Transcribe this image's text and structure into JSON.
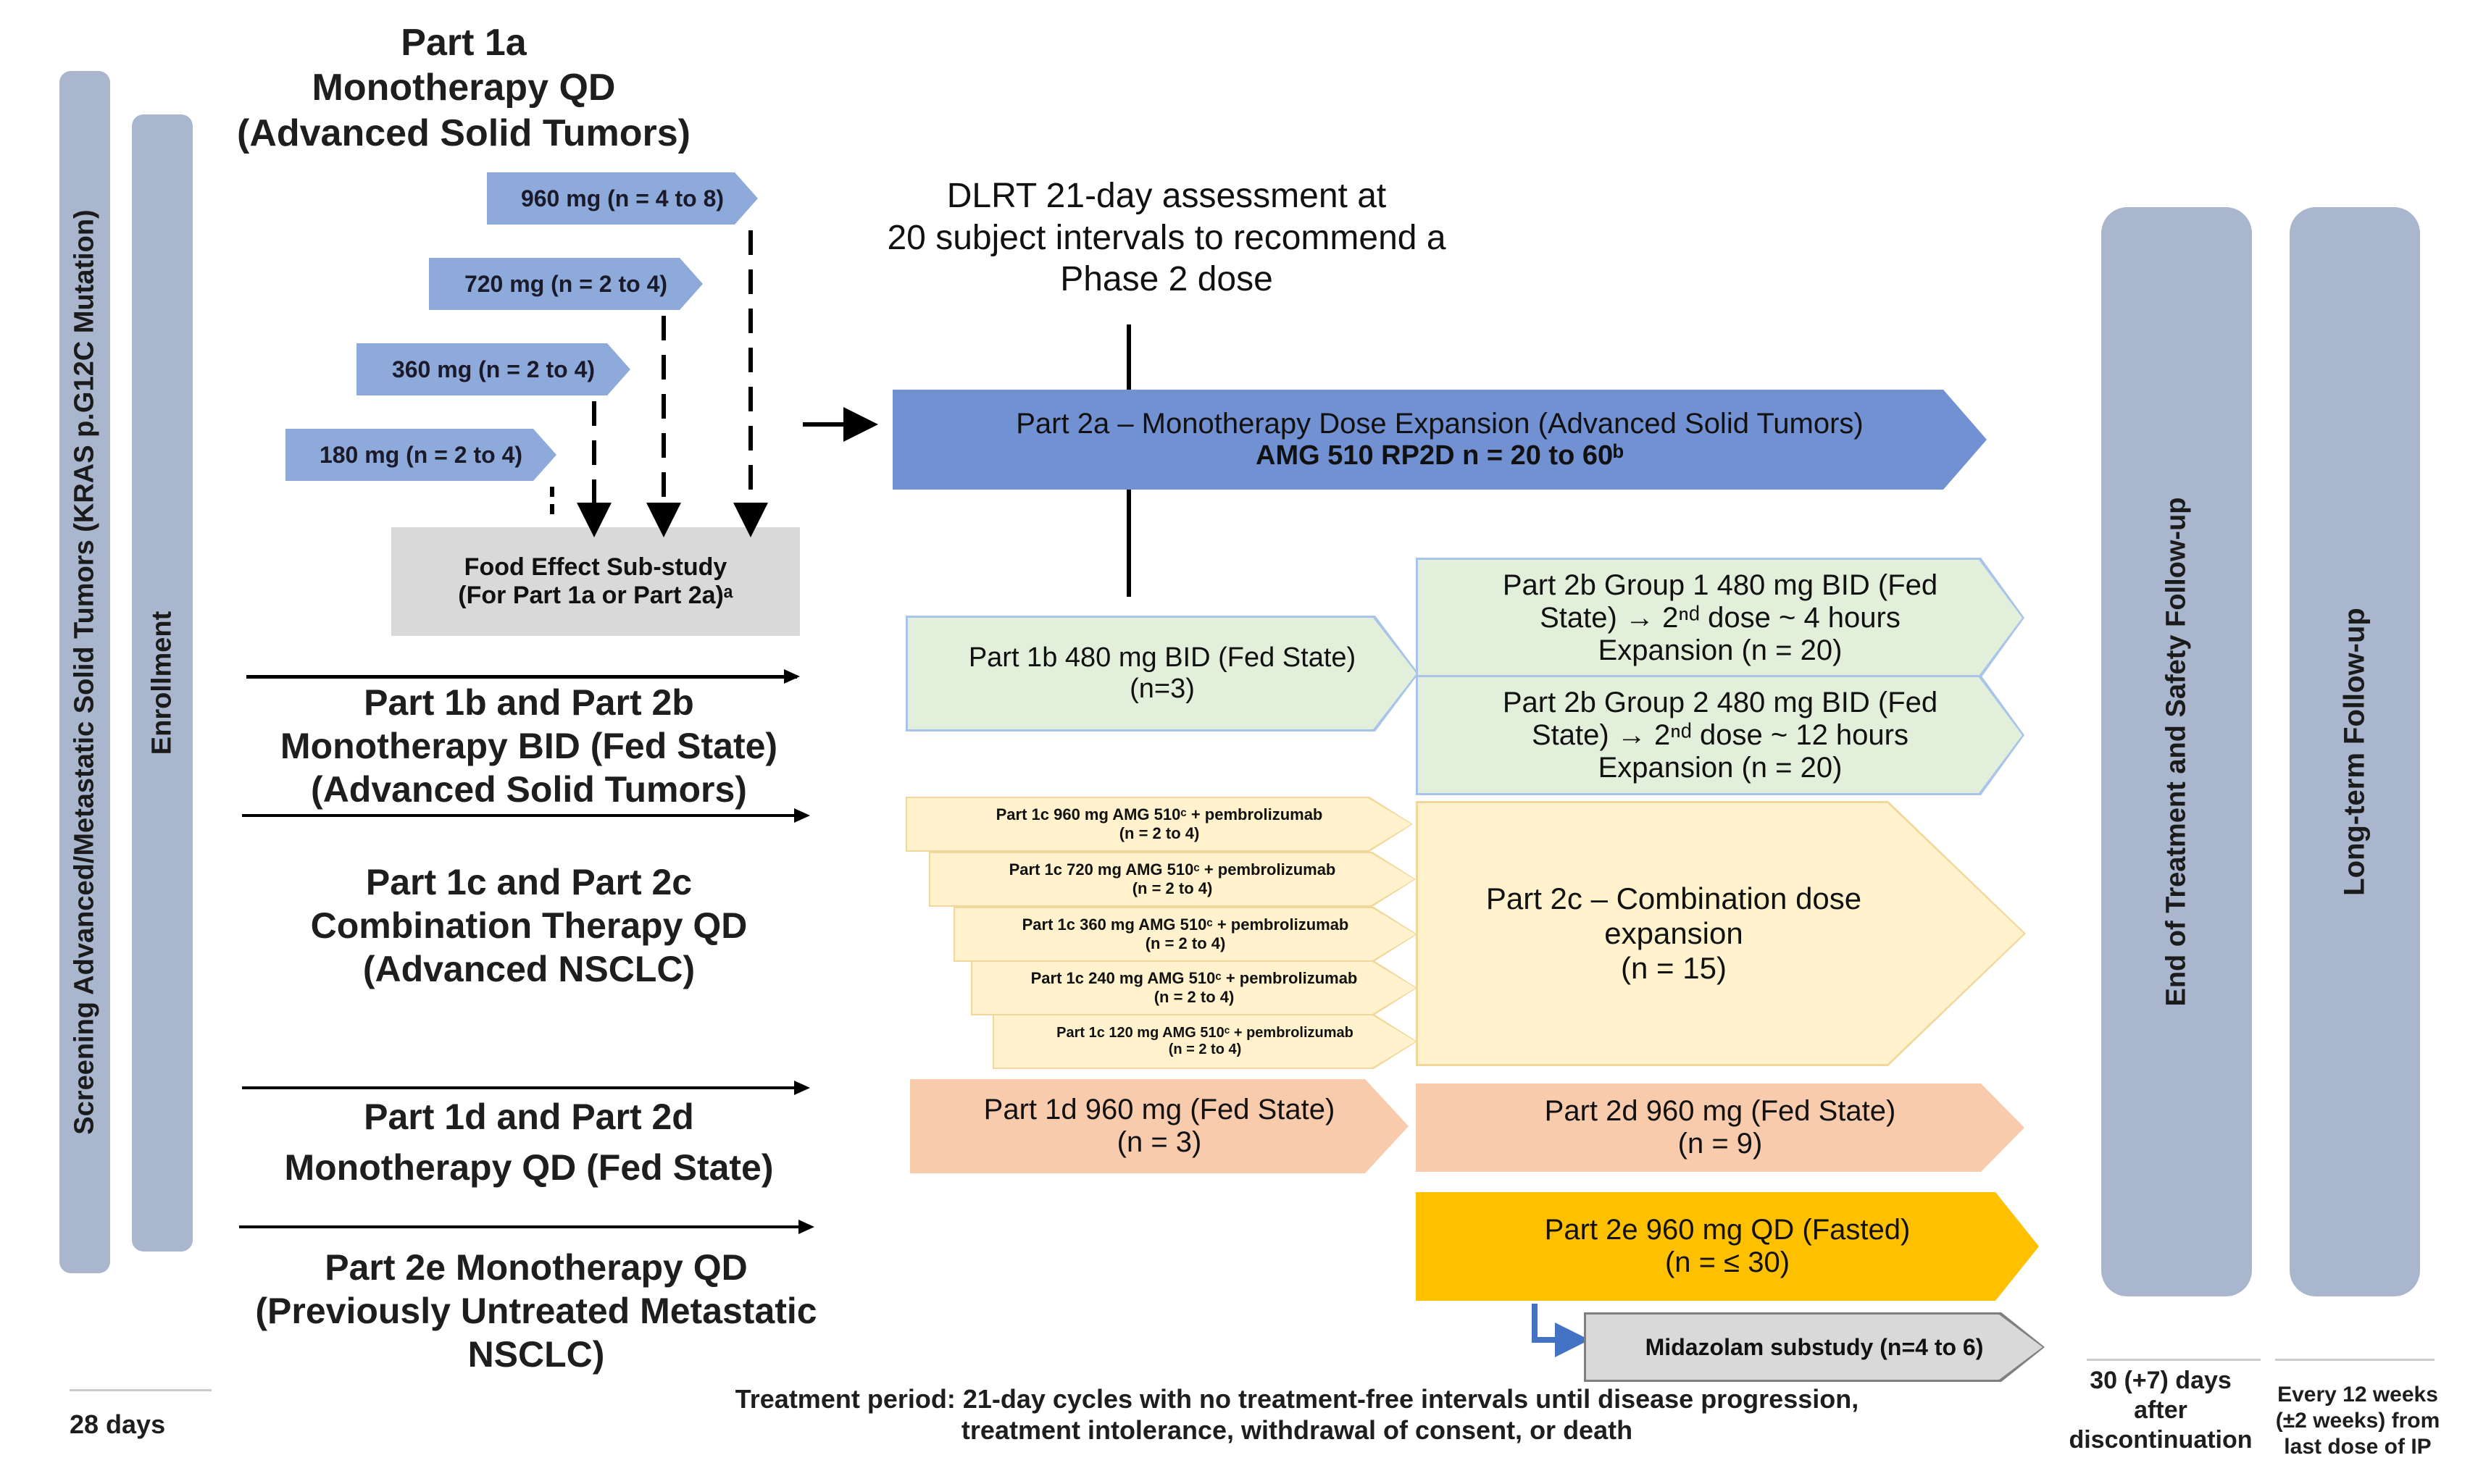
{
  "left": {
    "screening": "Screening Advanced/Metastatic Solid Tumors (KRAS p.G12C Mutation)",
    "enrollment": "Enrollment",
    "days": "28 days"
  },
  "part1a": {
    "title": [
      "Part 1a",
      "Monotherapy QD",
      "(Advanced Solid Tumors)"
    ],
    "doses": [
      "960 mg (n = 4 to 8)",
      "720 mg (n = 2 to 4)",
      "360 mg (n = 2 to 4)",
      "180 mg (n = 2 to 4)"
    ],
    "food_effect": [
      "Food Effect Sub-study",
      "(For Part 1a or Part 2a)ᵃ"
    ]
  },
  "dlrt": [
    "DLRT 21-day assessment at",
    "20 subject intervals to recommend a",
    "Phase 2 dose"
  ],
  "part2a": [
    "Part 2a – Monotherapy Dose Expansion (Advanced Solid Tumors)",
    "AMG 510 RP2D  n = 20 to 60ᵇ"
  ],
  "part1b_label": [
    "Part 1b and Part 2b",
    "Monotherapy BID (Fed State)",
    "(Advanced Solid Tumors)"
  ],
  "part1b_box": [
    "Part 1b 480 mg BID (Fed State)",
    "(n=3)"
  ],
  "part2b_g1": [
    "Part 2b Group 1 480 mg BID (Fed",
    "State) → 2ⁿᵈ dose ~ 4 hours",
    "Expansion (n = 20)"
  ],
  "part2b_g2": [
    "Part 2b Group 2 480 mg BID (Fed",
    "State) → 2ⁿᵈ dose ~ 12 hours",
    "Expansion (n = 20)"
  ],
  "part1c_label": [
    "Part 1c and Part 2c",
    "Combination Therapy QD",
    "(Advanced NSCLC)"
  ],
  "part1c_boxes": [
    [
      "Part 1c 960 mg AMG 510ᶜ + pembrolizumab",
      "(n = 2 to 4)"
    ],
    [
      "Part 1c 720 mg AMG 510ᶜ + pembrolizumab",
      "(n = 2 to 4)"
    ],
    [
      "Part 1c 360 mg AMG 510ᶜ + pembrolizumab",
      "(n = 2 to 4)"
    ],
    [
      "Part 1c 240 mg AMG 510ᶜ + pembrolizumab",
      "(n = 2 to 4)"
    ],
    [
      "Part 1c 120 mg AMG 510ᶜ + pembrolizumab",
      "(n = 2 to 4)"
    ]
  ],
  "part2c": [
    "Part 2c – Combination dose",
    "expansion",
    "(n = 15)"
  ],
  "part1d_label": [
    "Part 1d and Part 2d",
    "Monotherapy QD (Fed State)"
  ],
  "part1d_box": [
    "Part 1d 960 mg (Fed State)",
    "(n = 3)"
  ],
  "part2d_box": [
    "Part 2d 960 mg (Fed State)",
    "(n = 9)"
  ],
  "part2e_label": [
    "Part 2e Monotherapy QD",
    "(Previously Untreated Metastatic",
    "NSCLC)"
  ],
  "part2e_box": [
    "Part 2e 960 mg QD (Fasted)",
    "(n = ≤ 30)"
  ],
  "midazolam": "Midazolam substudy (n=4 to 6)",
  "treatment_period": [
    "Treatment period: 21-day cycles with no treatment-free intervals until disease progression,",
    "treatment intolerance, withdrawal of consent, or death"
  ],
  "right": {
    "eot": "End of Treatment and Safety Follow-up",
    "ltfu": "Long-term Follow-up",
    "eot_note": [
      "30 (+7) days",
      "after",
      "discontinuation"
    ],
    "ltfu_note": [
      "Every 12 weeks",
      "(±2 weeks) from",
      "last dose of IP"
    ]
  },
  "colors": {
    "bar": "#a9b6cd",
    "dose_arrow": "#8eaadb",
    "part2a": "#7191d3",
    "green": "#e2efda",
    "yellow": "#fff2cc",
    "orange": "#f8cbad",
    "gold": "#ffc000",
    "gray": "#d9d9d9"
  }
}
